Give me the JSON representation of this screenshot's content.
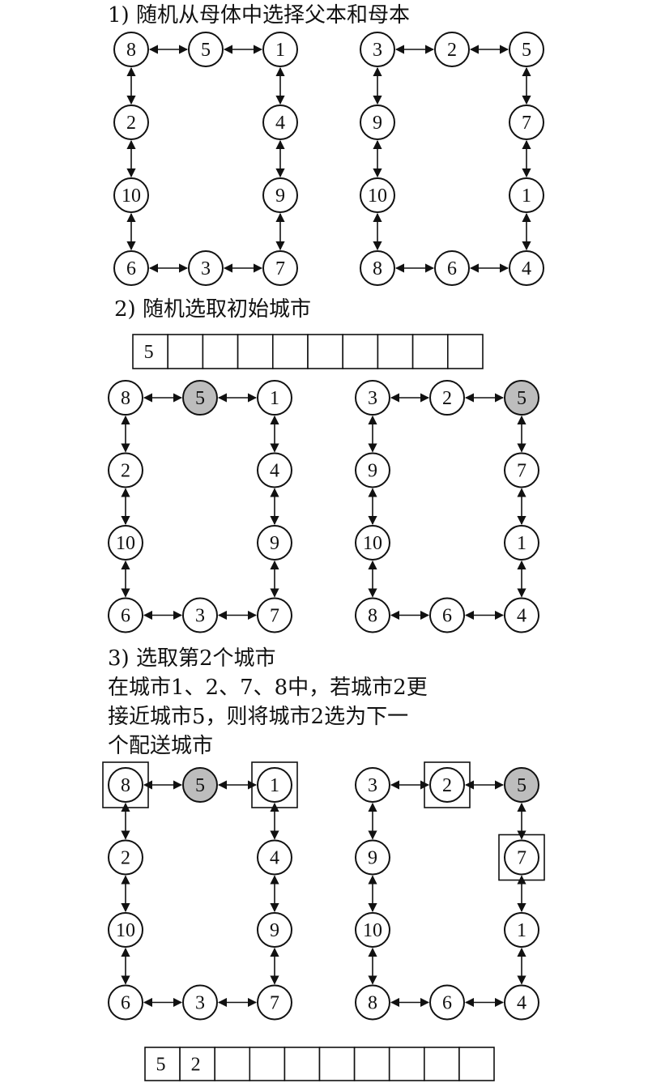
{
  "steps": [
    {
      "label": "1) 随机从母体中选择父本和母本"
    },
    {
      "label": "2) 随机选取初始城市"
    },
    {
      "label": "3) 选取第2个城市",
      "description": [
        "在城市1、2、7、8中，若城市2更",
        "接近城市5，则将城市2选为下一",
        "个配送城市"
      ]
    }
  ],
  "parents": {
    "father": [
      "8",
      "5",
      "1",
      "4",
      "9",
      "7",
      "3",
      "6",
      "10",
      "2"
    ],
    "mother": [
      "3",
      "2",
      "5",
      "7",
      "1",
      "4",
      "6",
      "8",
      "10",
      "9"
    ]
  },
  "selected_city": "5",
  "neighbor_candidates": {
    "father": [
      "8",
      "1"
    ],
    "mother": [
      "2",
      "7"
    ]
  },
  "offspring_rows": [
    [
      "5",
      "",
      "",
      "",
      "",
      "",
      "",
      "",
      "",
      ""
    ],
    [
      "5",
      "2",
      "",
      "",
      "",
      "",
      "",
      "",
      "",
      ""
    ]
  ],
  "colors": {
    "ink": "#111111",
    "highlight": "#bdbdbd"
  }
}
